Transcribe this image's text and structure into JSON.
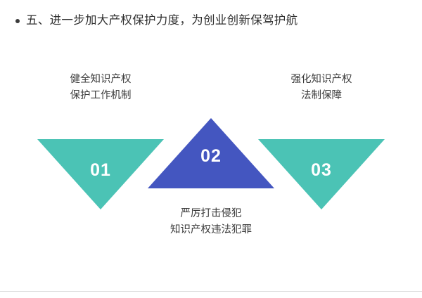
{
  "slide": {
    "background_color": "#ffffff",
    "title": {
      "bullet": "bullet-dot",
      "text": "五、进一步加大产权保护力度，为创业创新保驾护航"
    },
    "colors": {
      "teal": "#4bc3b5",
      "blue": "#4456c0",
      "title_text": "#2f2f2f",
      "caption_text": "#3a3a3a",
      "number_text": "#ffffff"
    },
    "items": [
      {
        "number": "01",
        "shape": "triangle-down",
        "color": "#4bc3b5",
        "caption_position": "above",
        "caption_lines": [
          "健全知识产权",
          "保护工作机制"
        ]
      },
      {
        "number": "02",
        "shape": "triangle-up",
        "color": "#4456c0",
        "caption_position": "below",
        "caption_lines": [
          "严厉打击侵犯",
          "知识产权违法犯罪"
        ]
      },
      {
        "number": "03",
        "shape": "triangle-down",
        "color": "#4bc3b5",
        "caption_position": "above",
        "caption_lines": [
          "强化知识产权",
          "法制保障"
        ]
      }
    ]
  }
}
